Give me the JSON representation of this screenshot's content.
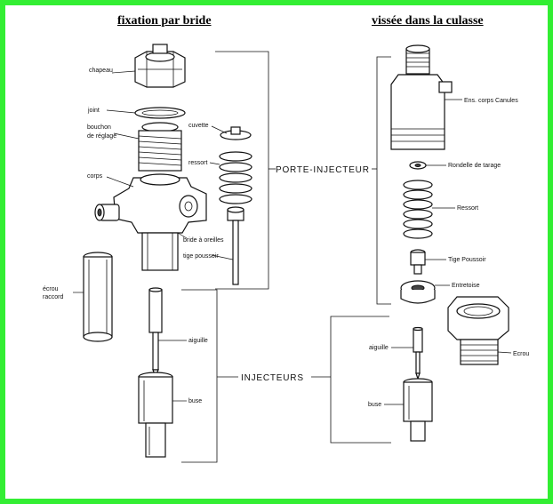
{
  "headings": {
    "left": "fixation par bride",
    "right": "vissée dans la culasse"
  },
  "groups": {
    "porte_injecteur": "PORTE-INJECTEUR",
    "injecteurs": "INJECTEURS"
  },
  "left_labels": {
    "chapeau": "chapeau",
    "joint": "joint",
    "bouchon_line1": "bouchon",
    "bouchon_line2": "de réglage",
    "corps": "corps",
    "cuvette": "cuvette",
    "ressort": "ressort",
    "bride": "bride à oreilles",
    "tige": "tige poussoir",
    "ecrou_line1": "écrou",
    "ecrou_line2": "raccord",
    "aiguille": "aiguille",
    "buse": "buse"
  },
  "right_labels": {
    "corps_canules": "Ens. corps Canules",
    "rondelle": "Rondelle de tarage",
    "ressort": "Ressort",
    "tige": "Tige Poussoir",
    "entretoise": "Entretoise",
    "ecrou": "Ecrou",
    "aiguille": "aiguille",
    "buse": "buse"
  },
  "colors": {
    "frame": "#33ee33",
    "ink": "#111111"
  }
}
